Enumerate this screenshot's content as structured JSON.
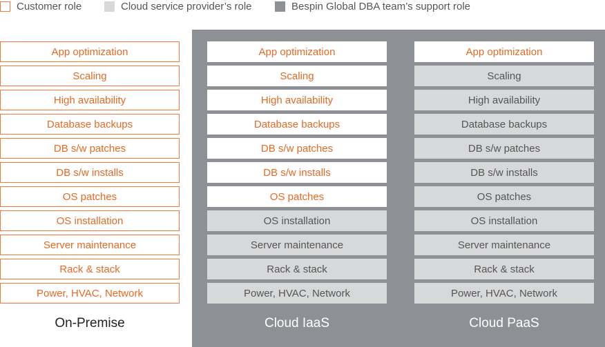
{
  "legend": {
    "customer": "Customer role",
    "provider": "Cloud service provider’s role",
    "bespin": "Bespin Global DBA team’s support role"
  },
  "colors": {
    "customer_accent": "#ee7a3a",
    "provider_fill": "#d7d8da",
    "bespin_panel": "#8d9095"
  },
  "columns": [
    {
      "title": "On-Premise",
      "cells": [
        {
          "label": "App optimization",
          "role": "customer"
        },
        {
          "label": "Scaling",
          "role": "customer"
        },
        {
          "label": "High availability",
          "role": "customer"
        },
        {
          "label": "Database backups",
          "role": "customer"
        },
        {
          "label": "DB s/w patches",
          "role": "customer"
        },
        {
          "label": "DB s/w installs",
          "role": "customer"
        },
        {
          "label": "OS patches",
          "role": "customer"
        },
        {
          "label": "OS installation",
          "role": "customer"
        },
        {
          "label": "Server maintenance",
          "role": "customer"
        },
        {
          "label": "Rack & stack",
          "role": "customer"
        },
        {
          "label": "Power, HVAC, Network",
          "role": "customer"
        }
      ]
    },
    {
      "title": "Cloud IaaS",
      "cells": [
        {
          "label": "App optimization",
          "role": "customer"
        },
        {
          "label": "Scaling",
          "role": "customer"
        },
        {
          "label": "High availability",
          "role": "customer"
        },
        {
          "label": "Database backups",
          "role": "customer"
        },
        {
          "label": "DB s/w patches",
          "role": "customer"
        },
        {
          "label": "DB s/w installs",
          "role": "customer"
        },
        {
          "label": "OS patches",
          "role": "customer"
        },
        {
          "label": "OS installation",
          "role": "provider"
        },
        {
          "label": "Server maintenance",
          "role": "provider"
        },
        {
          "label": "Rack & stack",
          "role": "provider"
        },
        {
          "label": "Power, HVAC, Network",
          "role": "provider"
        }
      ]
    },
    {
      "title": "Cloud PaaS",
      "cells": [
        {
          "label": "App optimization",
          "role": "customer"
        },
        {
          "label": "Scaling",
          "role": "provider"
        },
        {
          "label": "High availability",
          "role": "provider"
        },
        {
          "label": "Database backups",
          "role": "provider"
        },
        {
          "label": "DB s/w patches",
          "role": "provider"
        },
        {
          "label": "DB s/w installs",
          "role": "provider"
        },
        {
          "label": "OS patches",
          "role": "provider"
        },
        {
          "label": "OS installation",
          "role": "provider"
        },
        {
          "label": "Server maintenance",
          "role": "provider"
        },
        {
          "label": "Rack & stack",
          "role": "provider"
        },
        {
          "label": "Power, HVAC, Network",
          "role": "provider"
        }
      ]
    }
  ]
}
